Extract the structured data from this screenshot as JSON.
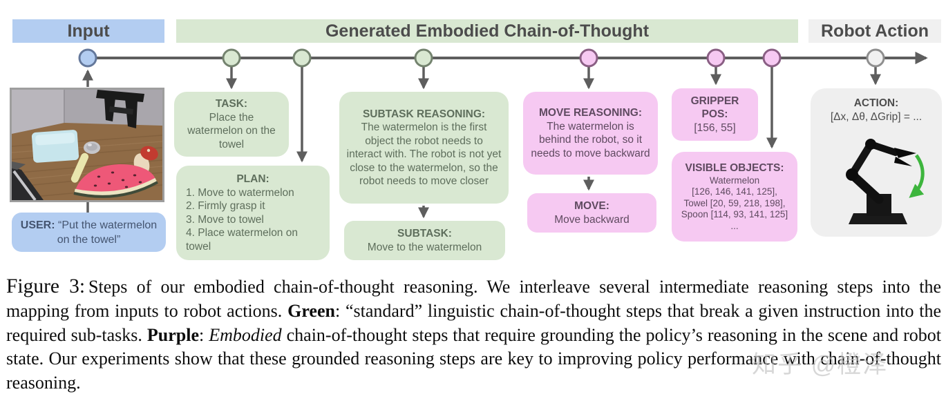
{
  "palette": {
    "input_blue": "#b3cdf1",
    "cot_green": "#d9e8d2",
    "embodied_pink": "#f6c9f2",
    "action_gray": "#f0f0f0",
    "line_gray": "#5e5e5e",
    "node_final_fill": "#f1f1f1"
  },
  "headers": {
    "input": "Input",
    "cot": "Generated Embodied Chain-of-Thought",
    "robot_action": "Robot Action"
  },
  "input_column": {
    "user_label": "USER:",
    "user_text": "“Put the watermelon on the towel”"
  },
  "boxes": {
    "task": {
      "label": "TASK:",
      "body": "Place the watermelon on the towel"
    },
    "plan": {
      "label": "PLAN:",
      "items": [
        "1. Move to watermelon",
        "2. Firmly grasp it",
        "3. Move to towel",
        "4. Place watermelon on towel"
      ]
    },
    "subtask_reasoning": {
      "label": "SUBTASK REASONING:",
      "body": "The watermelon is the first object the robot needs to interact with. The robot is not yet close to the watermelon, so the robot needs to move closer"
    },
    "subtask": {
      "label": "SUBTASK:",
      "body": "Move to the watermelon"
    },
    "move_reasoning": {
      "label": "MOVE REASONING:",
      "body": "The watermelon is behind the robot, so it needs to move backward"
    },
    "move": {
      "label": "MOVE:",
      "body": "Move backward"
    },
    "gripper_pos": {
      "label": "GRIPPER POS:",
      "body": "[156, 55]"
    },
    "visible_objects": {
      "label": "VISIBLE OBJECTS:",
      "lines": [
        "Watermelon",
        "[126, 146, 141, 125],",
        "Towel [20, 59, 218, 198],",
        "Spoon [114, 93, 141, 125]",
        "..."
      ]
    },
    "action": {
      "label": "ACTION:",
      "body": "[Δx, Δθ, ΔGrip] = ..."
    }
  },
  "caption": {
    "segments": [
      {
        "text": "Figure 3:",
        "style": "figlabel"
      },
      {
        "text": "Steps of our embodied chain-of-thought reasoning. We interleave several intermediate reasoning steps into the mapping from inputs to robot actions. ",
        "style": "normal"
      },
      {
        "text": "Green",
        "style": "bold"
      },
      {
        "text": ": “standard” linguistic chain-of-thought steps that break a given instruction into the required sub-tasks. ",
        "style": "normal"
      },
      {
        "text": "Purple",
        "style": "bold"
      },
      {
        "text": ": ",
        "style": "normal"
      },
      {
        "text": "Embodied",
        "style": "italic"
      },
      {
        "text": " chain-of-thought steps that require grounding the policy’s reasoning in the scene and robot state. Our experiments show that these grounded reasoning steps are key to improving policy performance with chain-of-thought reasoning.",
        "style": "normal"
      }
    ]
  },
  "watermark": "知乎 @橙泽"
}
